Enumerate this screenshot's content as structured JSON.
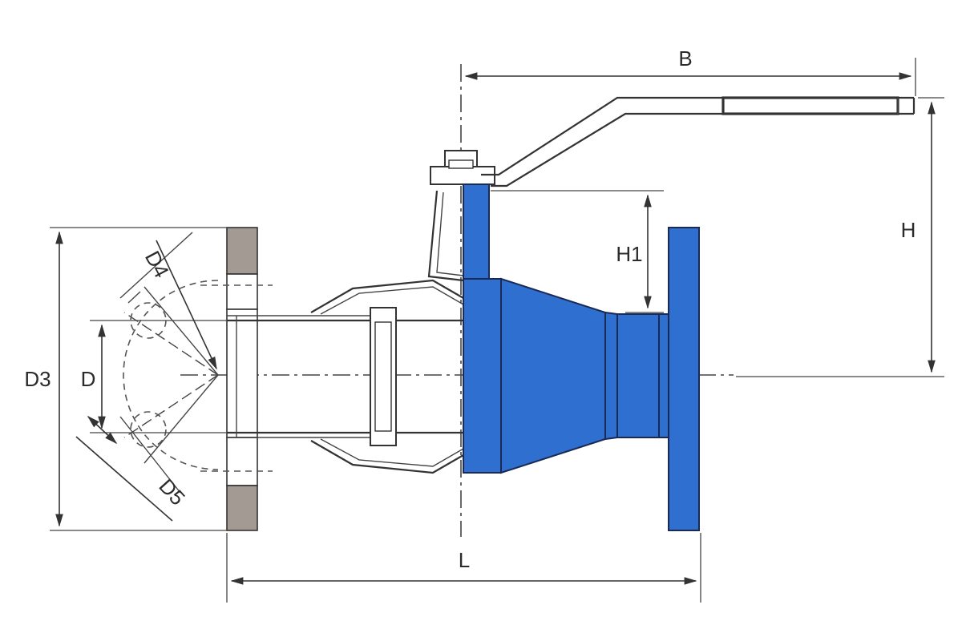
{
  "colors": {
    "body_blue": "#2e6fd0",
    "flange_gray": "#a39a93",
    "line": "#333333",
    "background": "#ffffff"
  },
  "labels": {
    "B": "B",
    "H": "H",
    "H1": "H1",
    "L": "L",
    "D": "D",
    "D3": "D3",
    "D4": "D4",
    "D5": "D5"
  }
}
